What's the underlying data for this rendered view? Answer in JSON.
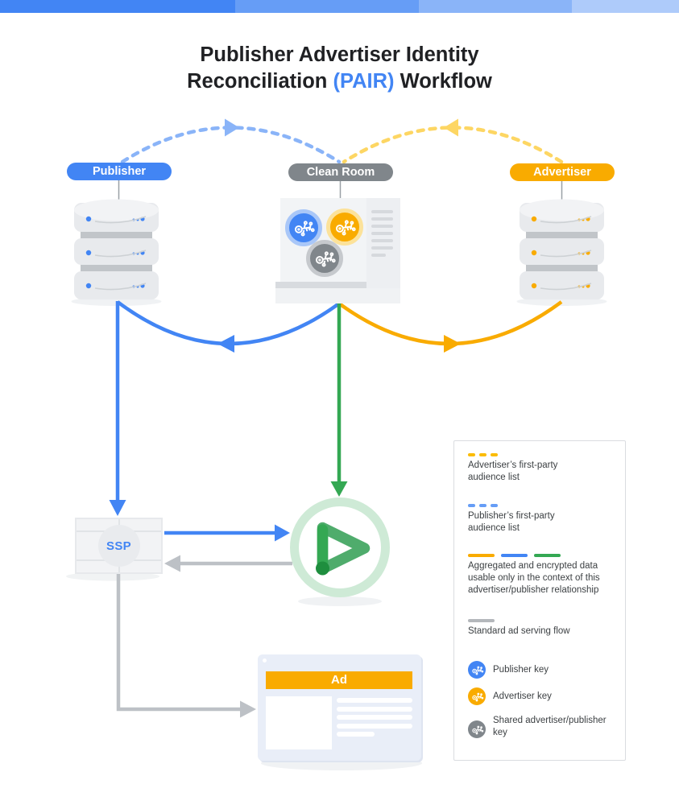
{
  "header": {
    "title_line1": "Publisher Advertiser Identity",
    "title_line2_prefix": "Reconciliation ",
    "title_line2_highlight": "(PAIR)",
    "title_line2_suffix": " Workflow",
    "highlight_color": "#4285F4"
  },
  "nodes": {
    "publisher": {
      "label": "Publisher",
      "color": "#4285F4",
      "icon": "database-stack-icon"
    },
    "clean_room": {
      "label": "Clean Room",
      "color": "#80868B",
      "icon": "clean-room-machine-icon"
    },
    "advertiser": {
      "label": "Advertiser",
      "color": "#F9AB00",
      "icon": "database-stack-icon"
    },
    "ssp": {
      "label": "SSP"
    },
    "ad_player": {
      "icon": "play-icon",
      "color": "#34A853"
    },
    "ad_window": {
      "banner_label": "Ad",
      "banner_color": "#F9AB00",
      "icon": "browser-window-icon"
    }
  },
  "keys": {
    "publisher_key": {
      "icon": "key-icon",
      "color": "#4285F4"
    },
    "advertiser_key": {
      "icon": "key-icon",
      "color": "#F9AB00"
    },
    "shared_key": {
      "icon": "key-icon",
      "color": "#80868B"
    }
  },
  "flows": [
    {
      "from": "publisher",
      "to": "clean_room",
      "style": "dashed",
      "color": "#8AB4F8"
    },
    {
      "from": "advertiser",
      "to": "clean_room",
      "style": "dashed",
      "color": "#FDD663"
    },
    {
      "from": "clean_room",
      "to": "publisher",
      "style": "solid",
      "color": "#4285F4"
    },
    {
      "from": "clean_room",
      "to": "advertiser",
      "style": "solid",
      "color": "#F9AB00"
    },
    {
      "from": "clean_room",
      "to": "ad_player",
      "style": "solid",
      "color": "#34A853"
    },
    {
      "from": "publisher",
      "to": "ssp",
      "style": "solid",
      "color": "#4285F4"
    },
    {
      "from": "ssp",
      "to": "ad_player",
      "style": "solid",
      "color": "#4285F4"
    },
    {
      "from": "ad_player",
      "to": "ssp",
      "style": "solid",
      "color": "#BDC1C6"
    },
    {
      "from": "ssp",
      "to": "ad_window",
      "style": "solid",
      "color": "#BDC1C6"
    }
  ],
  "legend": {
    "items": [
      {
        "swatch": "dashed-yellow",
        "swatch_color": "#FBBC04",
        "text": "Advertiser’s first-party audience list"
      },
      {
        "swatch": "dashed-blue",
        "swatch_color": "#669DF6",
        "text": "Publisher’s first-party audience list"
      },
      {
        "swatch": "solid-yellow-blue-green",
        "swatch_colors": [
          "#F9AB00",
          "#4285F4",
          "#34A853"
        ],
        "text": "Aggregated and encrypted data usable only in the context of this advertiser/publisher relationship"
      },
      {
        "swatch": "solid-gray",
        "swatch_color": "#B4B7BB",
        "text": "Standard ad serving flow"
      },
      {
        "icon": "key-icon",
        "icon_color": "#4285F4",
        "text": "Publisher key"
      },
      {
        "icon": "key-icon",
        "icon_color": "#F9AB00",
        "text": "Advertiser key"
      },
      {
        "icon": "key-icon",
        "icon_color": "#80868B",
        "text": "Shared advertiser/publisher key"
      }
    ]
  },
  "palette": {
    "topbar_segments": [
      "#4285F4",
      "#669DF6",
      "#8AB4F8",
      "#AECBFA"
    ],
    "blue": "#4285F4",
    "light_blue": "#8AB4F8",
    "yellow": "#F9AB00",
    "light_yellow": "#FDD663",
    "green": "#34A853",
    "dark_green": "#1E8E3E",
    "gray": "#80868B",
    "arrow_gray": "#BDC1C6",
    "title_text": "#202124",
    "legend_text": "#3C4043"
  }
}
